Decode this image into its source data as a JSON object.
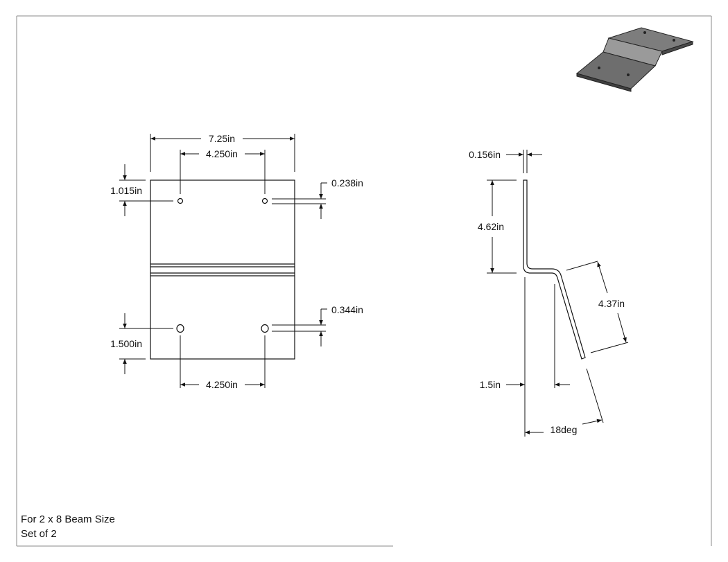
{
  "notes": {
    "line1": "For 2 x 8 Beam Size",
    "line2": "Set of 2"
  },
  "front_view": {
    "overall_width": "7.25in",
    "hole_spacing_top": "4.250in",
    "hole_spacing_bottom": "4.250in",
    "top_hole_offset": "1.015in",
    "bottom_hole_offset": "1.500in",
    "top_hole_diameter": "0.238in",
    "bottom_hole_diameter": "0.344in"
  },
  "side_view": {
    "thickness": "0.156in",
    "upper_leg_length": "4.62in",
    "lower_leg_length": "4.37in",
    "offset": "1.5in",
    "angle": "18deg"
  },
  "colors": {
    "line": "#111111",
    "frame": "#888888",
    "iso_face": "#6e6e6e"
  }
}
